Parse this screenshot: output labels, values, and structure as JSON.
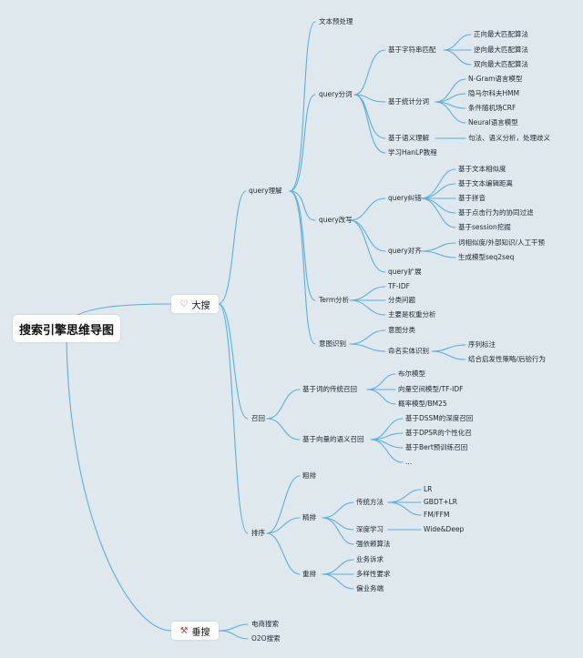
{
  "root": "搜索引擎思维导图",
  "branches": {
    "dasou": {
      "label": "大搜",
      "icon": "heart-icon",
      "query_understanding": {
        "label": "query理解",
        "text_preprocess": "文本预处理",
        "segmentation": {
          "label": "query分词",
          "string_match": {
            "label": "基于字符串匹配",
            "items": [
              "正向最大匹配算法",
              "逆向最大匹配算法",
              "双向最大匹配算法"
            ]
          },
          "statistical": {
            "label": "基于统计分词",
            "items": [
              "N-Gram语言模型",
              "隐马尔科夫HMM",
              "条件随机场CRF",
              "Neural语言模型"
            ]
          },
          "semantic": {
            "label": "基于语义理解",
            "items": [
              "句法、语义分析，处理歧义"
            ]
          },
          "hanlp": "学习HanLP教程"
        },
        "rewrite": {
          "label": "query改写",
          "correction": {
            "label": "query纠错",
            "items": [
              "基于文本相似度",
              "基于文本编辑距离",
              "基于拼音",
              "基于点击行为的协同过滤",
              "基于session挖掘"
            ]
          },
          "alignment": {
            "label": "query对齐",
            "items": [
              "词相似度/外部知识/人工干预",
              "生成模型seq2seq"
            ]
          },
          "expansion": "query扩展"
        },
        "term": {
          "label": "Term分析",
          "items": [
            "TF-IDF",
            "分类问题",
            "主要是权重分析"
          ]
        },
        "intent": {
          "label": "意图识别",
          "classify": "意图分类",
          "ner": {
            "label": "命名实体识别",
            "items": [
              "序列标注",
              "结合启发性策略/后验行为"
            ]
          }
        }
      },
      "recall": {
        "label": "召回",
        "word_based": {
          "label": "基于词的传统召回",
          "items": [
            "布尔模型",
            "向量空间模型/TF-IDF",
            "概率模型/BM25"
          ]
        },
        "vector_based": {
          "label": "基于向量的语义召回",
          "items": [
            "基于DSSM的深度召回",
            "基于DPSR的个性化召",
            "基于Bert预训练召回",
            "..."
          ]
        }
      },
      "ranking": {
        "label": "排序",
        "coarse": "粗排",
        "fine": {
          "label": "精排",
          "traditional": {
            "label": "传统方法",
            "items": [
              "LR",
              "GBDT+LR",
              "FM/FFM"
            ]
          },
          "deep": {
            "label": "深度学习",
            "items": [
              "Wide&Deep"
            ]
          },
          "rl": "强依赖算法"
        },
        "rerank": {
          "label": "重排",
          "items": [
            "业务诉求",
            "多样性要求",
            "偏业务端"
          ]
        }
      }
    },
    "chuisou": {
      "label": "垂搜",
      "icon": "tools-icon",
      "items": [
        "电商搜索",
        "O2O搜索"
      ]
    }
  },
  "colors": {
    "background": "#dfe9ed",
    "link": "#5aaee0",
    "node_bg": "#ffffff",
    "icon": "#d9363e"
  }
}
